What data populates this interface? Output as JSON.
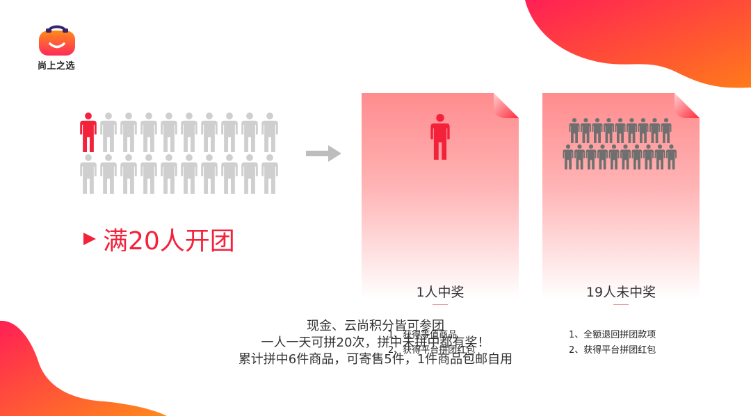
{
  "logo": {
    "text": "尚上之选",
    "icon": "shopping-bag-smile-icon"
  },
  "crowd": {
    "total": 20,
    "winners": 1,
    "icon": "person-icon"
  },
  "slogan": "满20人开团",
  "cards": [
    {
      "title": "1人中奖",
      "people": 1,
      "items": [
        "1、获得等值商品",
        "2、获得平台拼团红包"
      ]
    },
    {
      "title": "19人未中奖",
      "people": 19,
      "items": [
        "1、全额退回拼团款项",
        "2、获得平台拼团红包"
      ]
    }
  ],
  "footer": {
    "lines": [
      "现金、云尚积分皆可参团",
      "一人一天可拼20次，拼中未拼中都有奖！",
      "累计拼中6件商品，可寄售5件，1件商品包邮自用"
    ]
  },
  "colors": {
    "accent": "#f4213b",
    "gradient_start": "#ff6a1f",
    "gradient_end": "#ff1f55",
    "person_gray": "#cfcfcf",
    "person_dark": "#6f6f6f",
    "card_pink": "#ff8c8e"
  }
}
